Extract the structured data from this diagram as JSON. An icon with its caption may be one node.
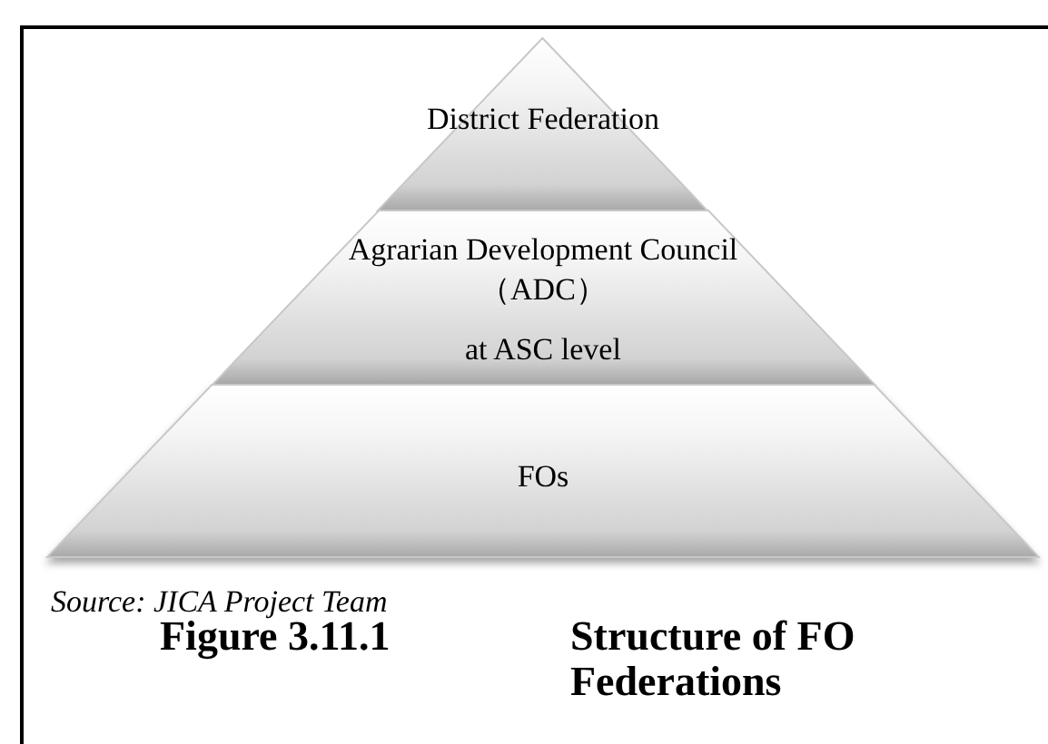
{
  "diagram": {
    "nodes": [
      {
        "text": [
          "District Federation"
        ]
      },
      {
        "text": [
          "Agrarian Development Council（ADC）",
          "at ASC level"
        ]
      },
      {
        "text": [
          "FOs"
        ]
      }
    ],
    "labels": [
      "Source: JICA Project Team",
      "Figure 3.11.1",
      "Structure of FO Federations"
    ]
  }
}
